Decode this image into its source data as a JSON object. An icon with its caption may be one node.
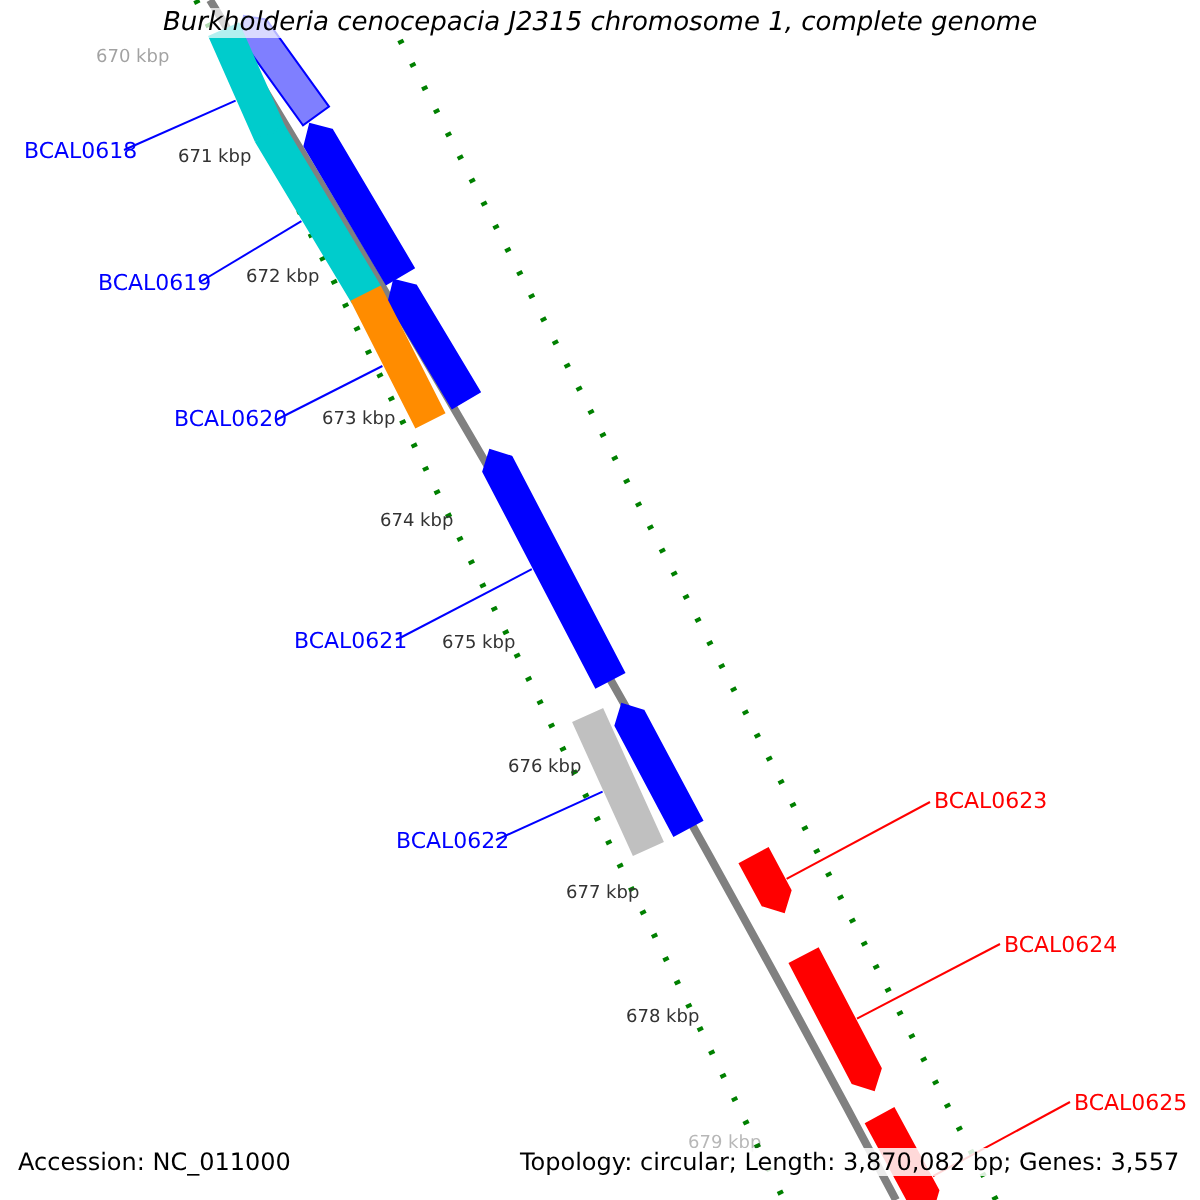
{
  "diagram": {
    "title": "Burkholderia cenocepacia J2315 chromosome 1, complete genome",
    "nodes": [
      {
        "text": [],
        "shape": "bar"
      },
      {
        "text": [],
        "shape": "bar"
      },
      {
        "text": [
          "BCAL0618"
        ]
      },
      {
        "text": [],
        "shape": "bar"
      },
      {
        "text": [],
        "shape": "bar"
      },
      {
        "text": [
          "BCAL0619"
        ]
      },
      {
        "text": [],
        "shape": "bar"
      },
      {
        "text": [],
        "shape": "bar"
      },
      {
        "text": [
          "BCAL0620"
        ]
      },
      {
        "text": [],
        "shape": "bar"
      },
      {
        "text": [
          "BCAL0621"
        ]
      },
      {
        "text": [],
        "shape": "bar"
      },
      {
        "text": [],
        "shape": "bar"
      },
      {
        "text": [
          "BCAL0622"
        ]
      },
      {
        "text": [
          "BCAL0623"
        ]
      },
      {
        "text": [],
        "shape": "bar"
      },
      {
        "text": [
          "BCAL0624"
        ]
      },
      {
        "text": [],
        "shape": "bar"
      },
      {
        "text": [
          "BCAL0625"
        ]
      },
      {
        "text": [],
        "shape": "bar"
      }
    ],
    "edges": [
      {
        "from": 2,
        "to": 1,
        "arrow": "none"
      },
      {
        "from": 5,
        "to": 4,
        "arrow": "none"
      },
      {
        "from": 8,
        "to": 7,
        "arrow": "none"
      },
      {
        "from": 10,
        "to": 9,
        "arrow": "none"
      },
      {
        "from": 13,
        "to": 12,
        "arrow": "none"
      },
      {
        "from": 14,
        "to": 15,
        "arrow": "none",
        "color": "#ff0000"
      },
      {
        "from": 16,
        "to": 17,
        "arrow": "none",
        "color": "#ff0000"
      },
      {
        "from": 18,
        "to": 19,
        "arrow": "none",
        "color": "#ff0000"
      }
    ],
    "labels": [
      "670 kbp",
      "671 kbp",
      "672 kbp",
      "673 kbp",
      "674 kbp",
      "675 kbp",
      "676 kbp",
      "677 kbp",
      "678 kbp",
      "679 kbp",
      "Accession: NC_011000",
      "Topology: circular; Length: 3,870,082 bp; Genes: 3,557"
    ]
  }
}
